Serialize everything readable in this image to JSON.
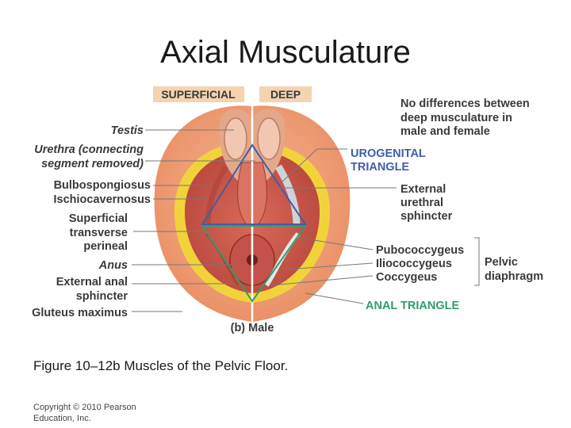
{
  "slide": {
    "title": "Axial Musculature"
  },
  "figure": {
    "tabs": {
      "superficial": "SUPERFICIAL",
      "deep": "DEEP"
    },
    "note": [
      "No differences between",
      "deep musculature in",
      "male and female"
    ],
    "urogenital_triangle": [
      "UROGENITAL",
      "TRIANGLE"
    ],
    "left_labels": {
      "testis": "Testis",
      "urethra_1": "Urethra (connecting",
      "urethra_2": "segment removed)",
      "bulbospongiosus": "Bulbospongiosus",
      "ischiocavernosus": "Ischiocavernosus",
      "superficial_transverse_1": "Superficial",
      "superficial_transverse_2": "transverse",
      "superficial_transverse_3": "perineal",
      "anus": "Anus",
      "external_anal_1": "External anal",
      "external_anal_2": "sphincter",
      "gluteus_maximus": "Gluteus maximus"
    },
    "right_labels": {
      "external_urethral_1": "External",
      "external_urethral_2": "urethral",
      "external_urethral_3": "sphincter",
      "pubococcygeus": "Pubococcygeus",
      "iliococcygeus": "Iliococcygeus",
      "coccygeus": "Coccygeus",
      "pelvic_diaphragm_1": "Pelvic",
      "pelvic_diaphragm_2": "diaphragm",
      "anal_triangle": "ANAL TRIANGLE"
    },
    "panel_label": "(b) Male"
  },
  "caption": "Figure 10–12b Muscles of the Pelvic Floor.",
  "copyright": "Copyright © 2010 Pearson Education, Inc.",
  "colors": {
    "skin": "#f0a078",
    "fat": "#f2d23a",
    "muscle": "#c9564a",
    "tab": "#f3d3b0",
    "urogenital": "#3f5ea8",
    "anal": "#2f9e68"
  }
}
